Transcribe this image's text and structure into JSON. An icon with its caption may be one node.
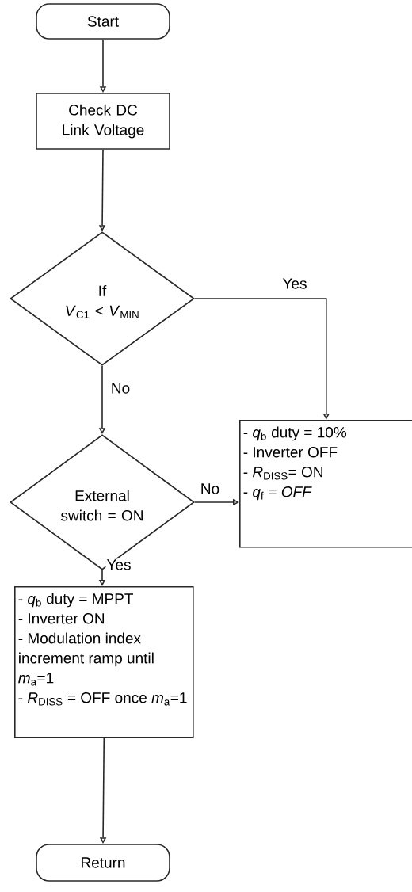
{
  "diagram": {
    "nodes": [
      {
        "text": [
          "Start"
        ]
      },
      {
        "text": [
          "Check DC Link Voltage"
        ]
      },
      {
        "text": [
          "If",
          "*V*$_{C1}$ < *V*$_{MIN}$"
        ]
      },
      {
        "text": [
          "External switch = ON"
        ]
      },
      {
        "text": [
          "- *q*$_{b}$ duty = 10%",
          "- Inverter OFF",
          "- *R*$_{DISS}$= ON",
          "- *q*$_{f}$ = *OFF*"
        ]
      },
      {
        "text": [
          "- *q*$_{b}$ duty = MPPT",
          "- Inverter ON",
          "- Modulation index increment ramp until *m*$_{a}$=1",
          "- *R*$_{DISS}$ = OFF once *m*$_{a}$=1"
        ]
      },
      {
        "text": [
          "Return"
        ]
      }
    ],
    "edges": [
      {
        "from": 0,
        "to": 1,
        "arrow": "to"
      },
      {
        "from": 1,
        "to": 2,
        "arrow": "to"
      },
      {
        "from": 2,
        "to": 4,
        "arrow": "to",
        "label": "Yes"
      },
      {
        "from": 2,
        "to": 3,
        "arrow": "to",
        "label": "No"
      },
      {
        "from": 3,
        "to": 4,
        "arrow": "to",
        "label": "No"
      },
      {
        "from": 3,
        "to": 5,
        "arrow": "to",
        "label": "Yes"
      },
      {
        "from": 5,
        "to": 6,
        "arrow": "to"
      }
    ]
  }
}
